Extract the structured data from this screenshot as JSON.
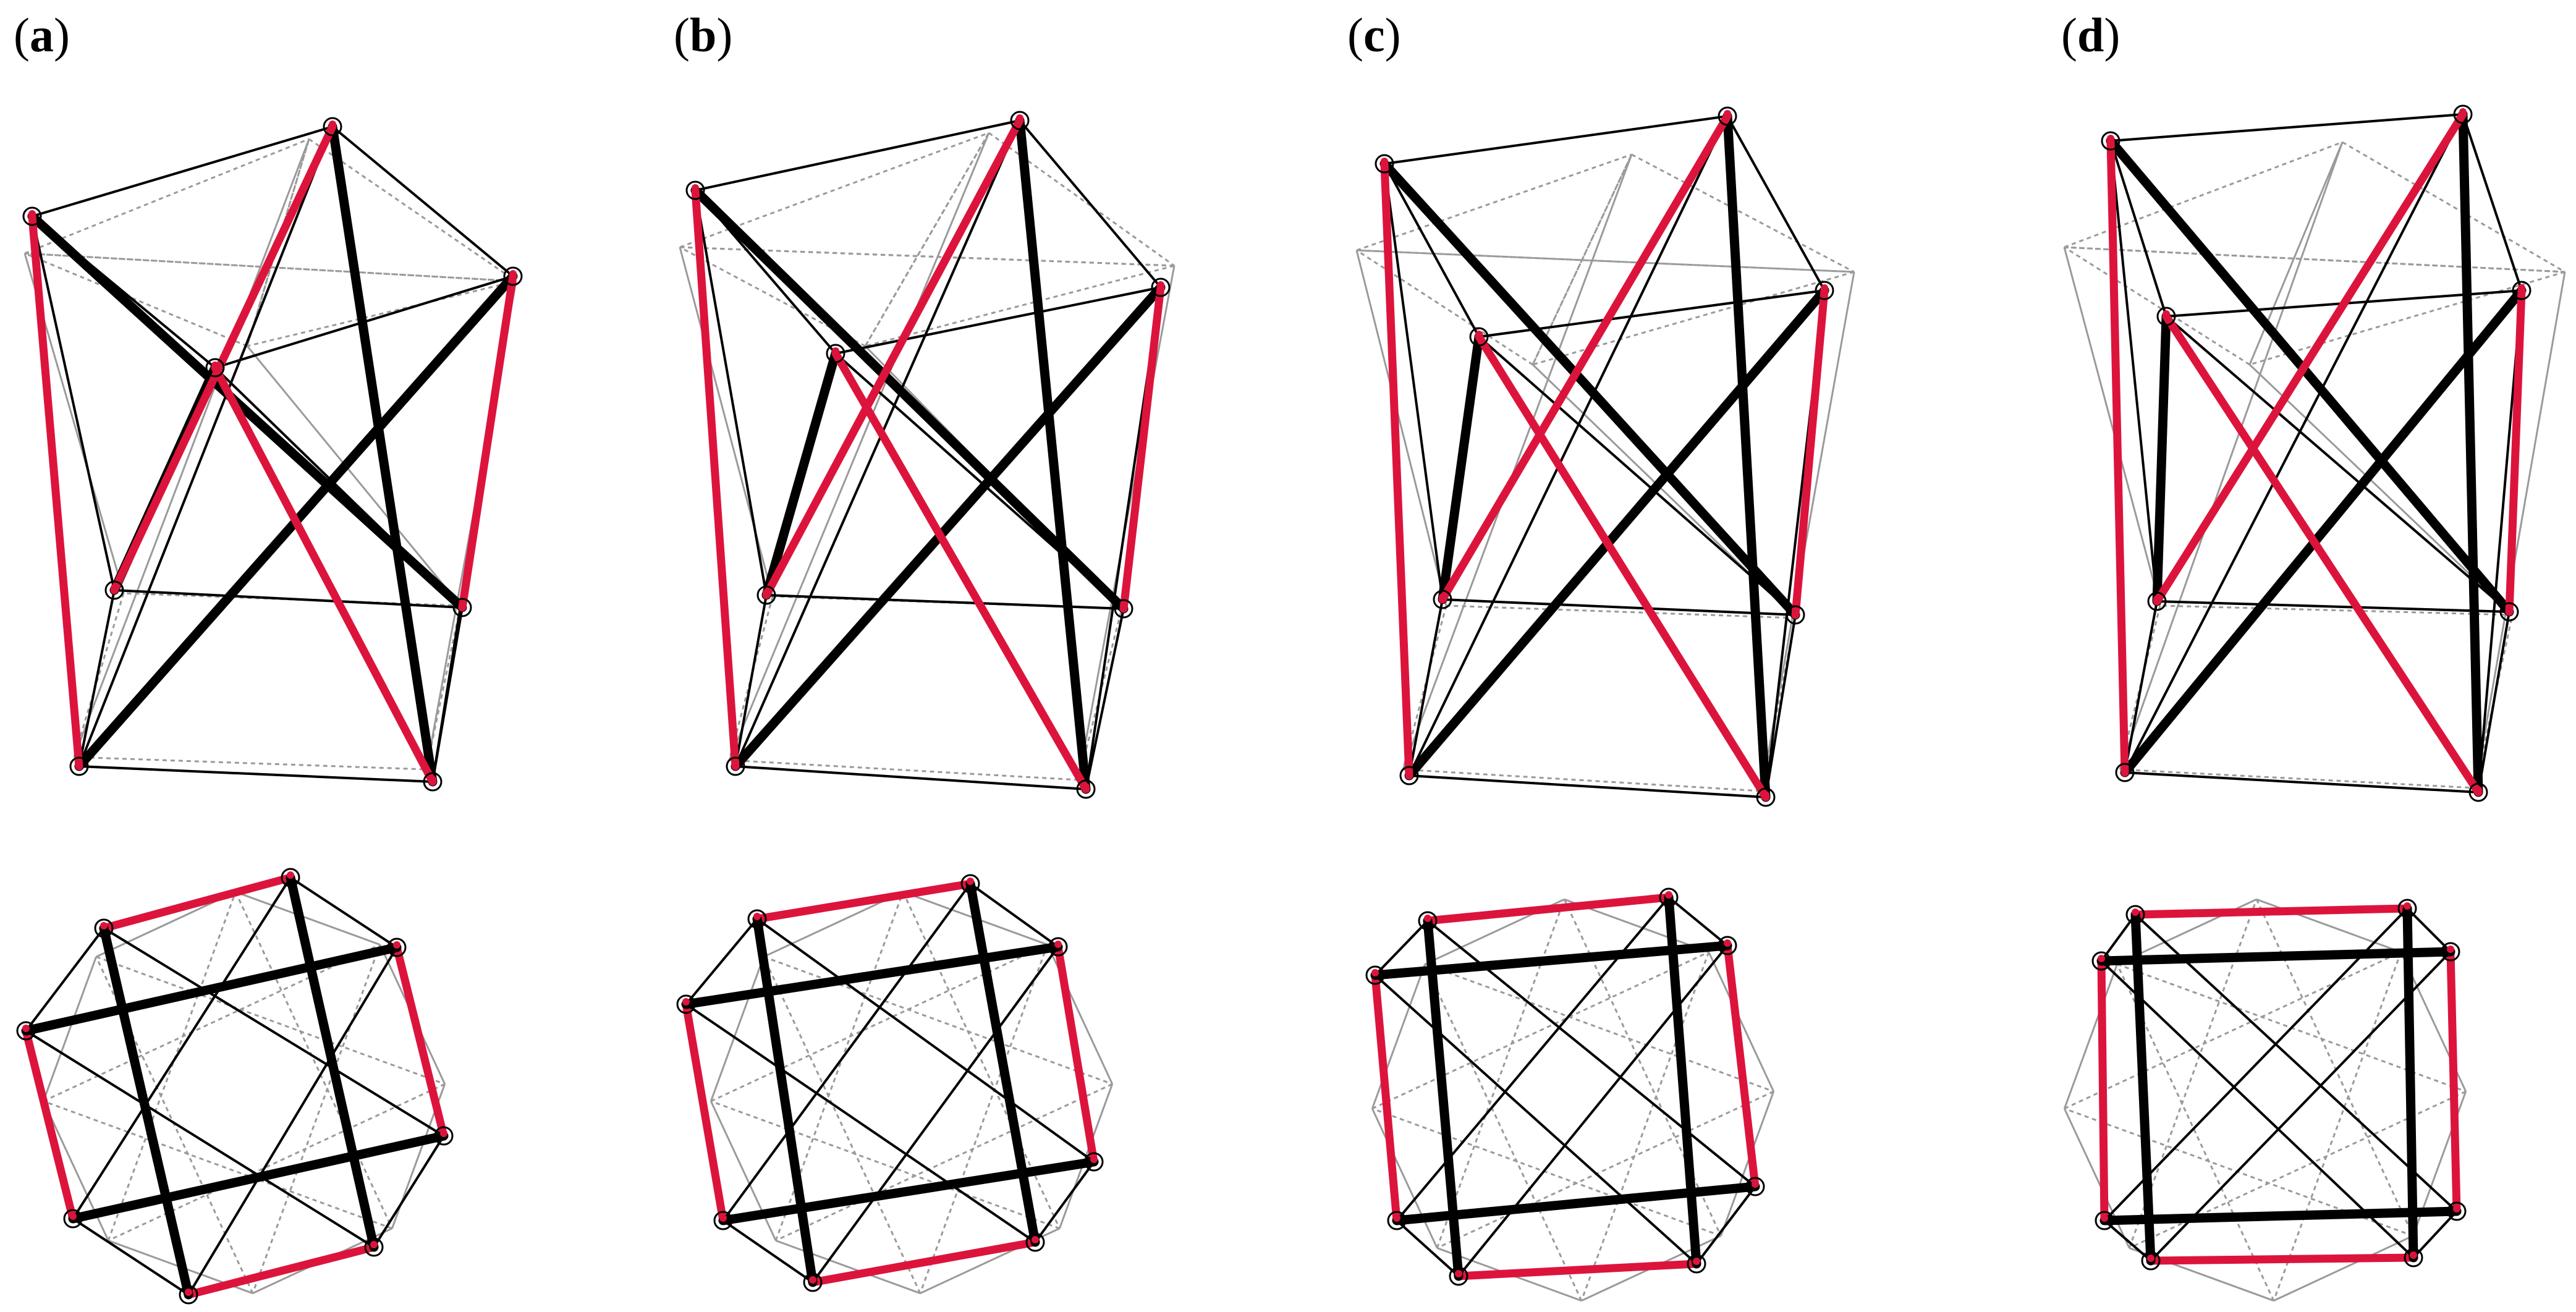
{
  "panels": [
    {
      "open": "(",
      "letter": "a",
      "close": ")"
    },
    {
      "open": "(",
      "letter": "b",
      "close": ")"
    },
    {
      "open": "(",
      "letter": "c",
      "close": ")"
    },
    {
      "open": "(",
      "letter": "d",
      "close": ")"
    }
  ],
  "colors": {
    "red": "#dc143c",
    "black": "#000000",
    "grey": "#9a9a9a"
  }
}
